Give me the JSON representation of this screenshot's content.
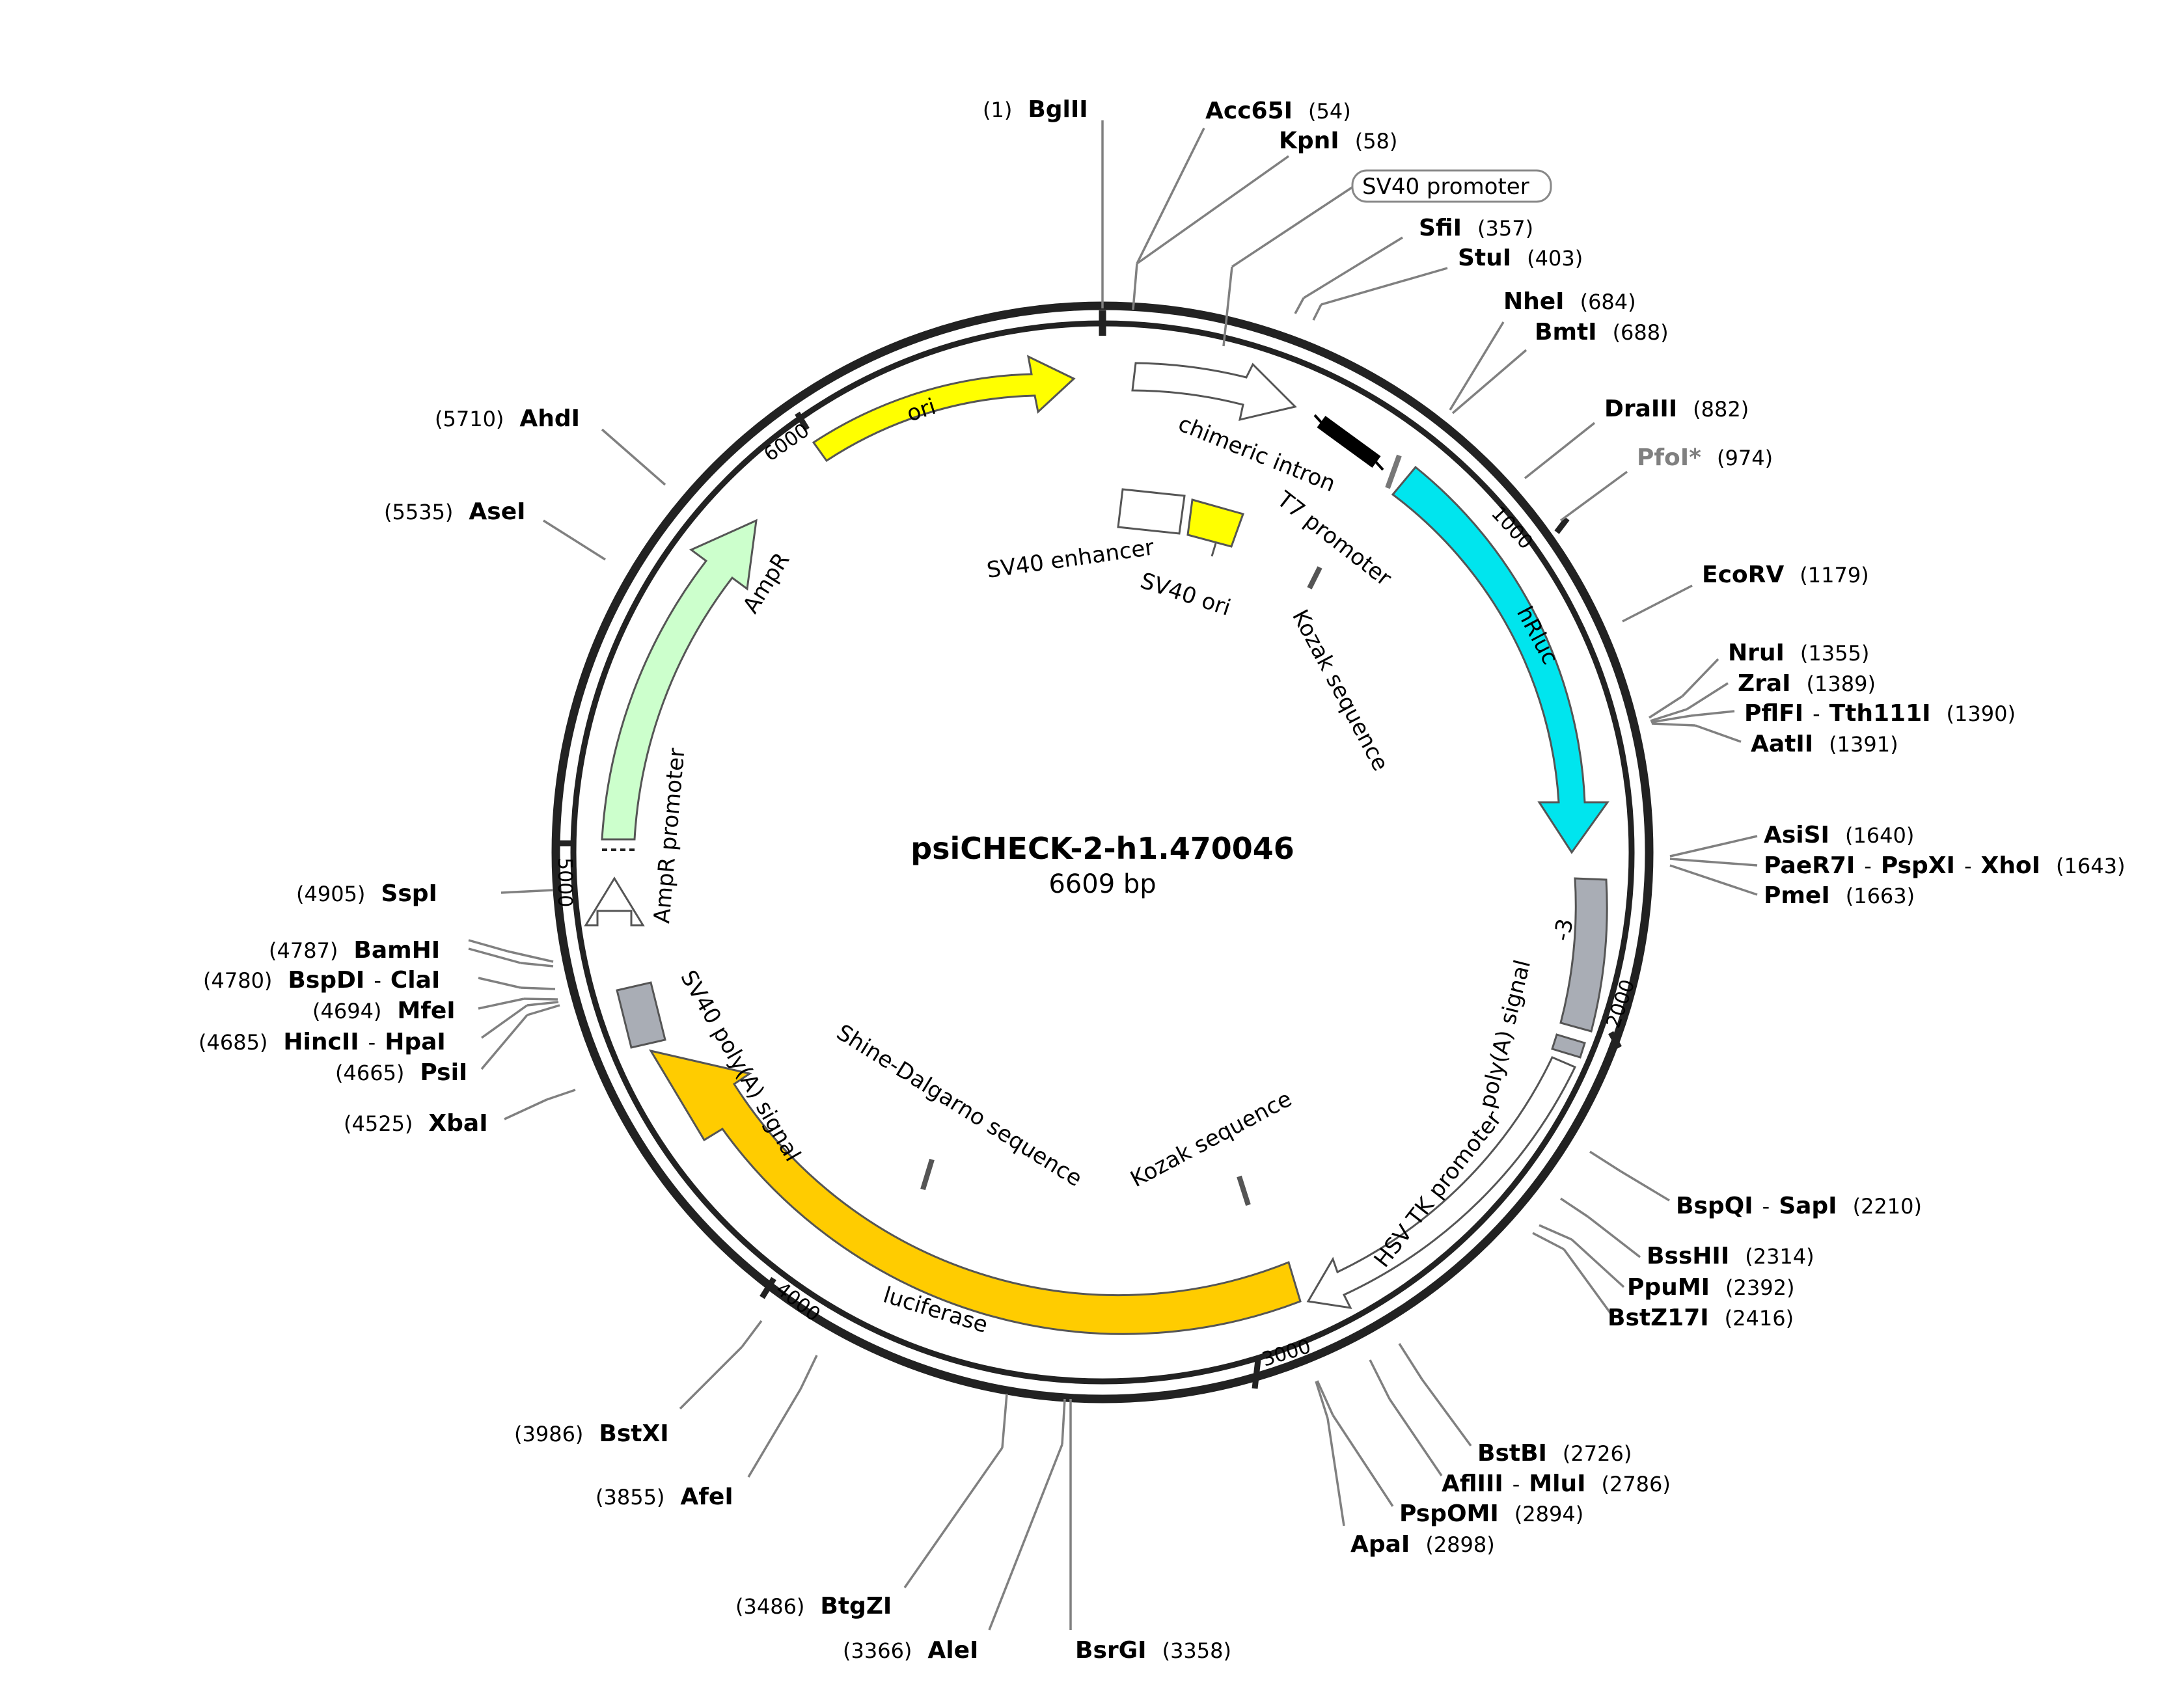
{
  "plasmid": {
    "name": "psiCHECK-2-h1.470046",
    "length_label": "6609 bp"
  },
  "ticks": [
    {
      "label": "1000"
    },
    {
      "label": "2000"
    },
    {
      "label": "3000"
    },
    {
      "label": "4000"
    },
    {
      "label": "5000"
    },
    {
      "label": "6000"
    }
  ],
  "features": {
    "ori": "ori",
    "chimeric_intron": "chimeric intron",
    "t7_promoter": "T7 promoter",
    "hrluc": "hRluc",
    "kozak_1": "Kozak sequence",
    "sv40_enhancer": "SV40 enhancer",
    "sv40_ori": "SV40 ori",
    "ampr": "AmpR",
    "ampr_promoter": "AmpR promoter",
    "minus3": "-3",
    "polya_signal": "poly(A) signal",
    "hsv_tk_promoter": "HSV TK promoter",
    "luciferase": "luciferase",
    "sv40_polya": "SV40 poly(A) signal",
    "shine_dalgarno": "Shine-Dalgarno sequence",
    "kozak_2": "Kozak sequence",
    "sv40_promoter_box": "SV40 promoter"
  },
  "enzymes": [
    {
      "name": "BglII",
      "pos": "(1)"
    },
    {
      "name": "Acc65I",
      "pos": "(54)"
    },
    {
      "name": "KpnI",
      "pos": "(58)"
    },
    {
      "name": "SfiI",
      "pos": "(357)"
    },
    {
      "name": "StuI",
      "pos": "(403)"
    },
    {
      "name": "NheI",
      "pos": "(684)"
    },
    {
      "name": "BmtI",
      "pos": "(688)"
    },
    {
      "name": "DraIII",
      "pos": "(882)"
    },
    {
      "name": "PfoI*",
      "pos": "(974)"
    },
    {
      "name": "EcoRV",
      "pos": "(1179)"
    },
    {
      "name": "NruI",
      "pos": "(1355)"
    },
    {
      "name": "ZraI",
      "pos": "(1389)"
    },
    {
      "name": "PflFI",
      "pos": "(1390)"
    },
    {
      "name": "Tth111I",
      "pos": ""
    },
    {
      "name": "AatII",
      "pos": "(1391)"
    },
    {
      "name": "AsiSI",
      "pos": "(1640)"
    },
    {
      "name": "PaeR7I",
      "pos": "(1643)"
    },
    {
      "name": "PspXI",
      "pos": ""
    },
    {
      "name": "XhoI",
      "pos": ""
    },
    {
      "name": "PmeI",
      "pos": "(1663)"
    },
    {
      "name": "BspQI",
      "pos": "(2210)"
    },
    {
      "name": "SapI",
      "pos": ""
    },
    {
      "name": "BssHII",
      "pos": "(2314)"
    },
    {
      "name": "PpuMI",
      "pos": "(2392)"
    },
    {
      "name": "BstZ17I",
      "pos": "(2416)"
    },
    {
      "name": "BstBI",
      "pos": "(2726)"
    },
    {
      "name": "AflIII",
      "pos": "(2786)"
    },
    {
      "name": "MluI",
      "pos": ""
    },
    {
      "name": "PspOMI",
      "pos": "(2894)"
    },
    {
      "name": "ApaI",
      "pos": "(2898)"
    },
    {
      "name": "BsrGI",
      "pos": "(3358)"
    },
    {
      "name": "AleI",
      "pos": "(3366)"
    },
    {
      "name": "BtgZI",
      "pos": "(3486)"
    },
    {
      "name": "AfeI",
      "pos": "(3855)"
    },
    {
      "name": "BstXI",
      "pos": "(3986)"
    },
    {
      "name": "XbaI",
      "pos": "(4525)"
    },
    {
      "name": "PsiI",
      "pos": "(4665)"
    },
    {
      "name": "HincII",
      "pos": "(4685)"
    },
    {
      "name": "HpaI",
      "pos": ""
    },
    {
      "name": "MfeI",
      "pos": "(4694)"
    },
    {
      "name": "BspDI",
      "pos": "(4780)"
    },
    {
      "name": "ClaI",
      "pos": ""
    },
    {
      "name": "BamHI",
      "pos": "(4787)"
    },
    {
      "name": "SspI",
      "pos": "(4905)"
    },
    {
      "name": "AseI",
      "pos": "(5535)"
    },
    {
      "name": "AhdI",
      "pos": "(5710)"
    }
  ],
  "separator": "-",
  "colors": {
    "ori": "#ffff00",
    "hrluc": "#00e5ee",
    "ampr": "#ccffcc",
    "luciferase": "#ffcc00",
    "gray_feature": "#a9adb5",
    "sv40_ori": "#ffff00",
    "backbone": "#222222",
    "leader": "#808080",
    "dim_enzyme": "#808080"
  }
}
